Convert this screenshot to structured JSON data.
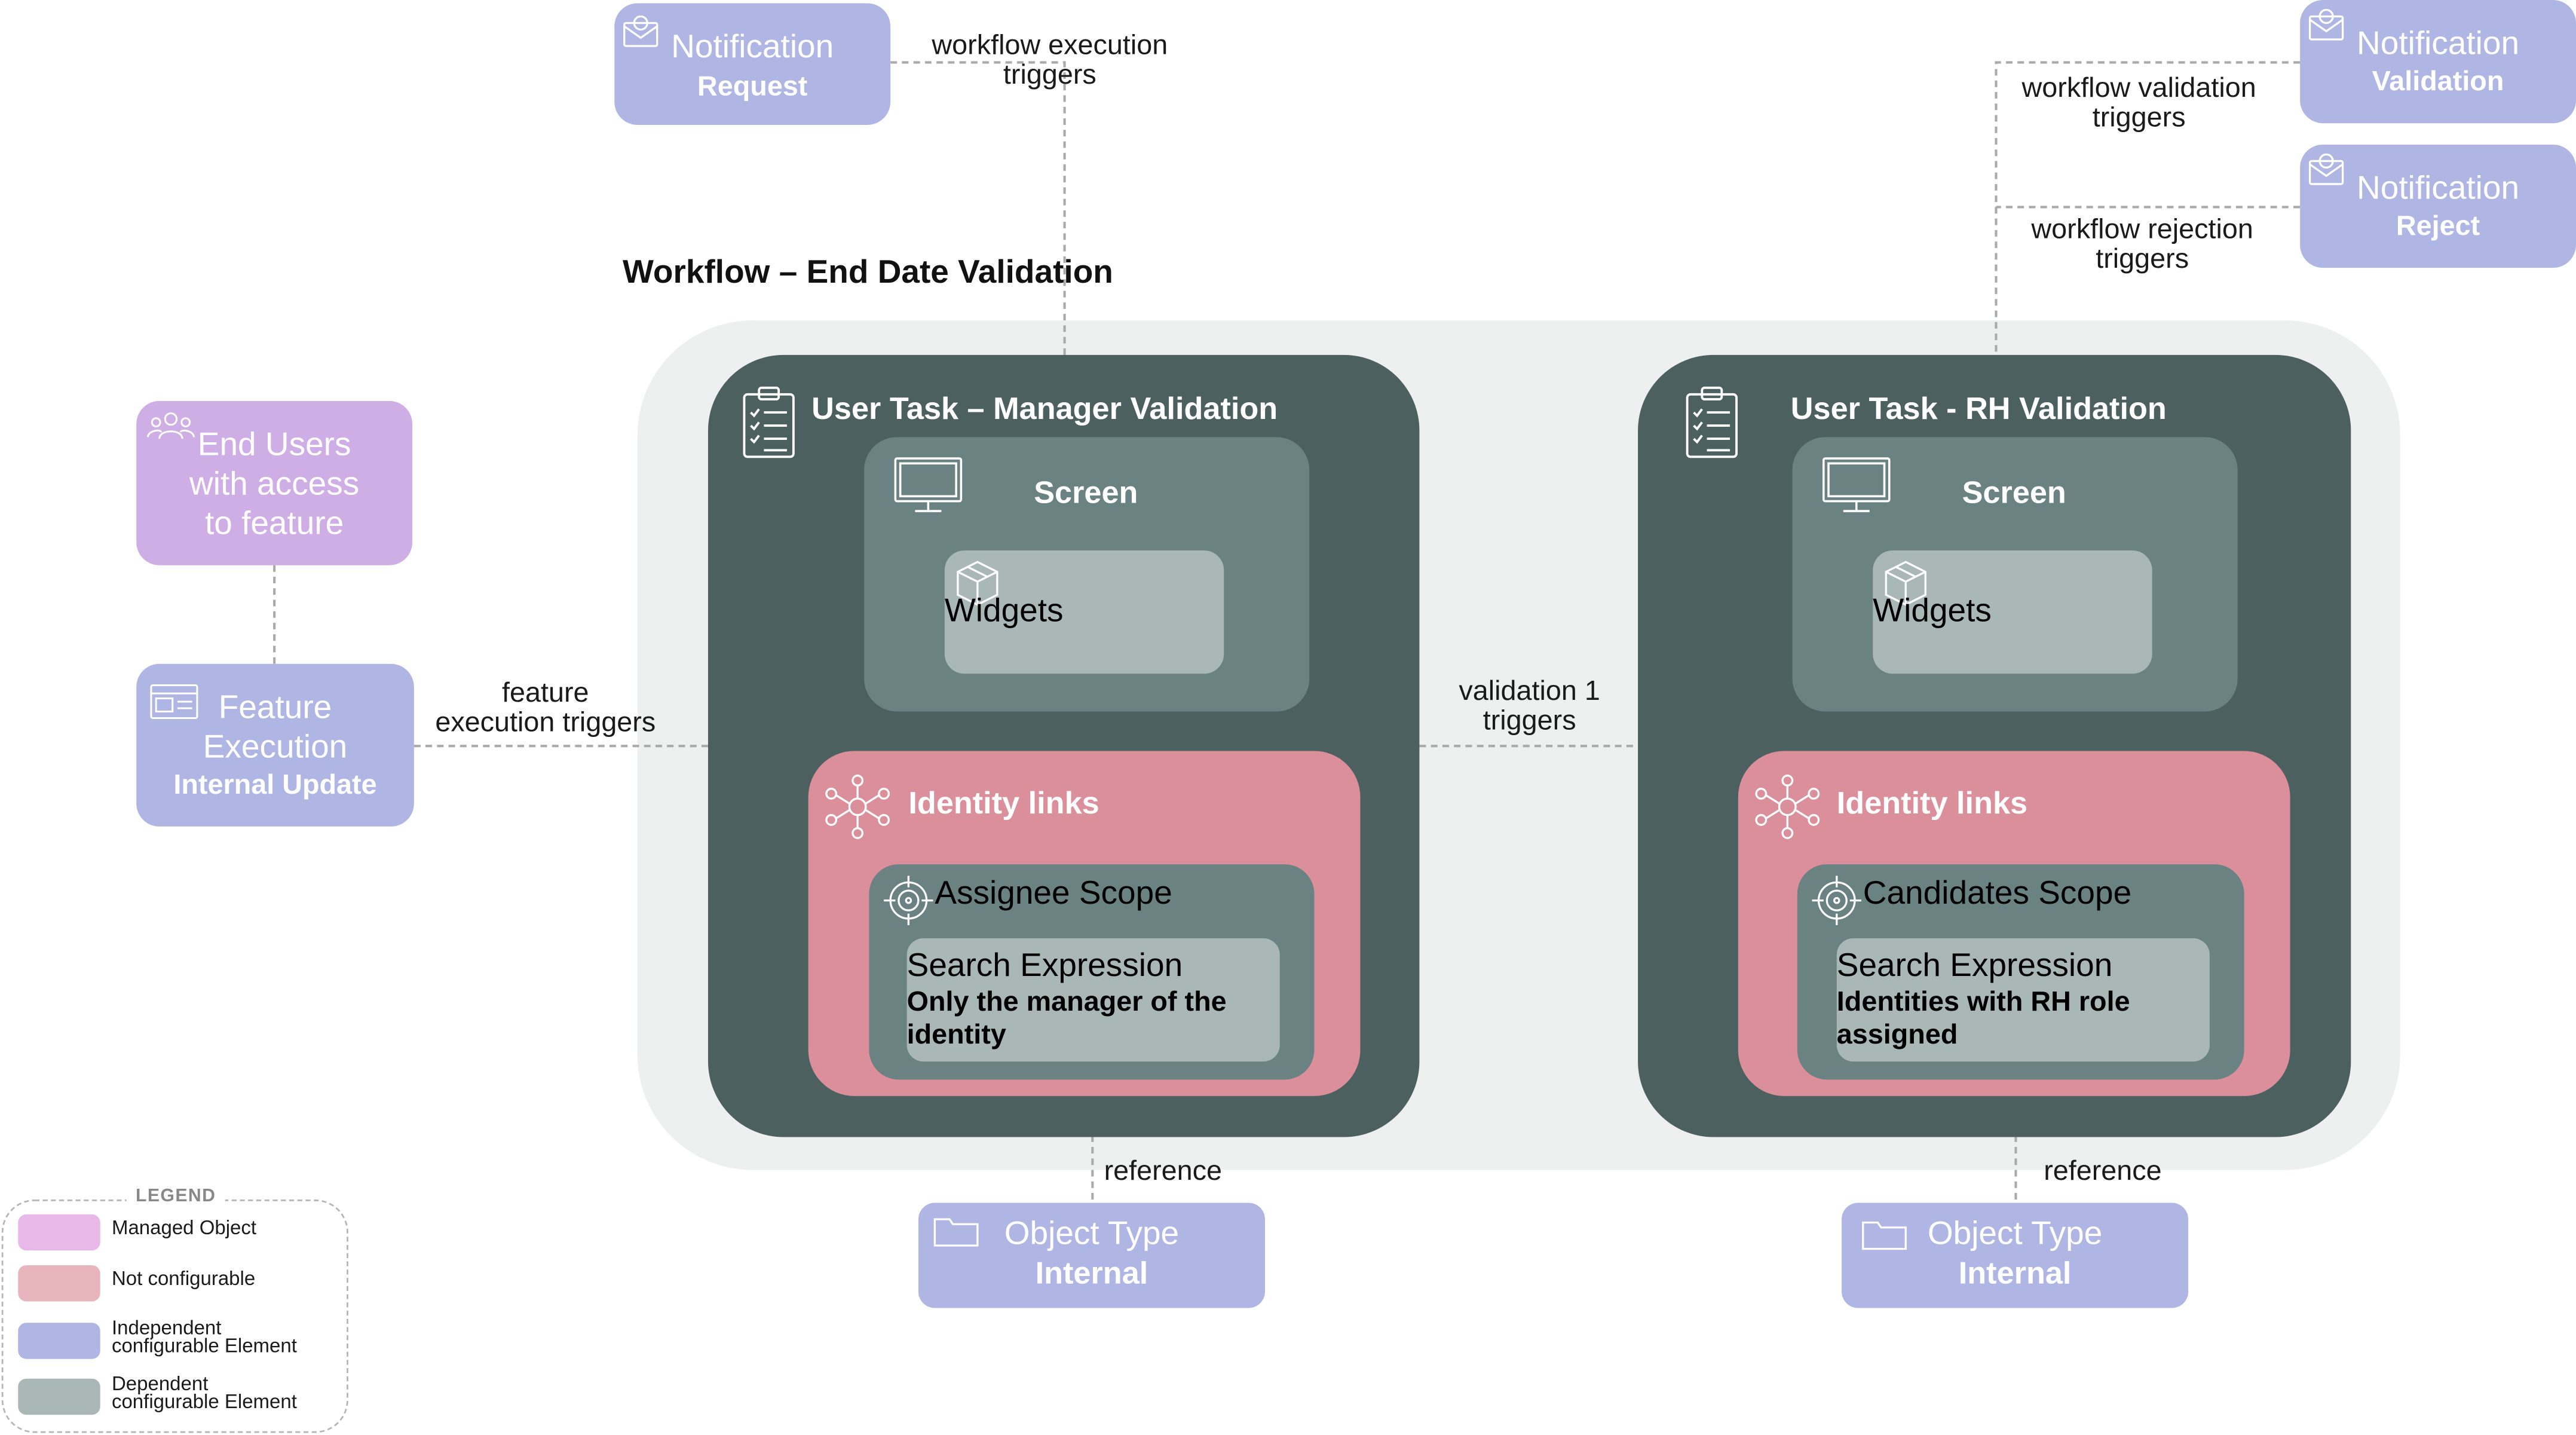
{
  "title": "Workflow – End Date Validation",
  "colors": {
    "managed_object": "#cfaee6",
    "not_configurable": "#da8f9b",
    "independent_element": "#b0b6e4",
    "dependent_element": "#a9b8b6",
    "user_task": "#4d6060",
    "screen": "#6b8282",
    "workflow_container": "#eef0f0"
  },
  "notifications": {
    "request": {
      "title": "Notification",
      "subtitle": "Request",
      "icon": "envelope-icon"
    },
    "validation": {
      "title": "Notification",
      "subtitle": "Validation",
      "icon": "envelope-icon"
    },
    "reject": {
      "title": "Notification",
      "subtitle": "Reject",
      "icon": "envelope-icon"
    }
  },
  "end_users": {
    "line1": "End Users",
    "line2": "with access",
    "line3": "to feature",
    "icon": "users-icon"
  },
  "feature": {
    "line1": "Feature",
    "line2": "Execution",
    "subtitle": "Internal Update",
    "icon": "browser-window-icon"
  },
  "connectors": {
    "workflow_execution": [
      "workflow execution",
      "triggers"
    ],
    "workflow_validation": [
      "workflow validation",
      "triggers"
    ],
    "workflow_rejection": [
      "workflow rejection",
      "triggers"
    ],
    "feature_execution": [
      "feature",
      "execution triggers"
    ],
    "validation_1": [
      "validation 1",
      "triggers"
    ],
    "reference_left": "reference",
    "reference_right": "reference"
  },
  "task_manager": {
    "title": "User Task – Manager Validation",
    "screen": "Screen",
    "widgets": "Widgets",
    "identity_links": "Identity links",
    "scope": "Assignee Scope",
    "search_title": "Search Expression",
    "search_line1": "Only the manager of the",
    "search_line2": "identity"
  },
  "task_rh": {
    "title": "User Task - RH Validation",
    "screen": "Screen",
    "widgets": "Widgets",
    "identity_links": "Identity links",
    "scope": "Candidates Scope",
    "search_title": "Search Expression",
    "search_line1": "Identities with RH role",
    "search_line2": "assigned"
  },
  "object_types": {
    "left": {
      "title": "Object Type",
      "subtitle": "Internal",
      "icon": "folder-icon"
    },
    "right": {
      "title": "Object Type",
      "subtitle": "Internal",
      "icon": "folder-icon"
    }
  },
  "legend": {
    "title": "LEGEND",
    "items": [
      {
        "label": "Managed Object"
      },
      {
        "label": "Not configurable"
      },
      {
        "label": "Independent",
        "label2": "configurable Element"
      },
      {
        "label": "Dependent",
        "label2": "configurable Element"
      }
    ]
  }
}
